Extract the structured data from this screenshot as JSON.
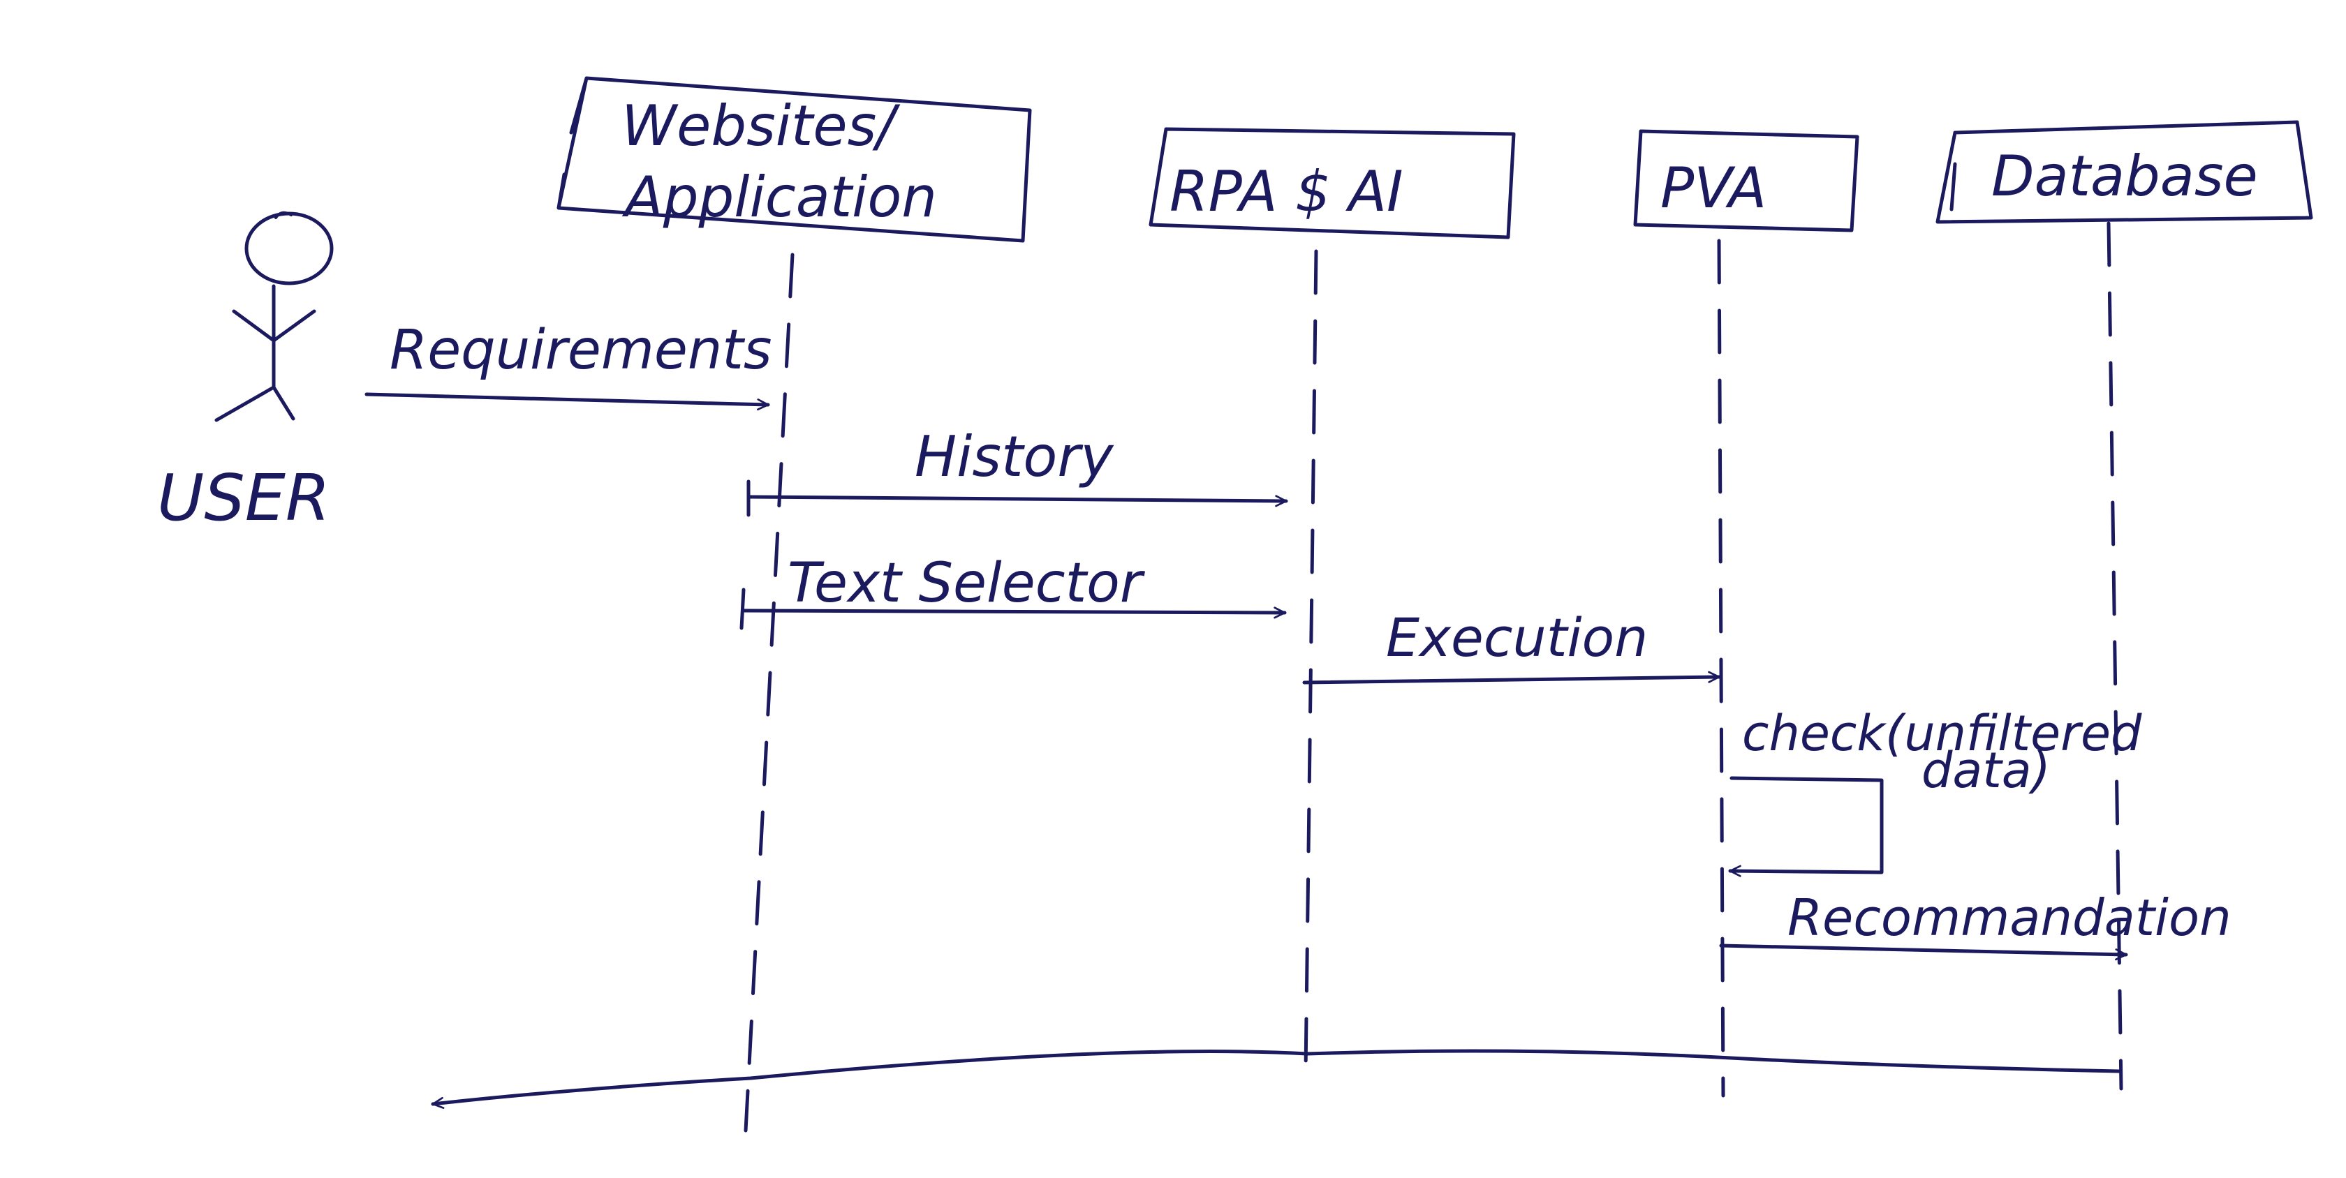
{
  "actor": {
    "label": "USER"
  },
  "participants": [
    {
      "id": "websites",
      "label_line1": "Websites/",
      "label_line2": "Application"
    },
    {
      "id": "rpa",
      "label": "RPA $ AI"
    },
    {
      "id": "pva",
      "label": "PVA"
    },
    {
      "id": "database",
      "label": "Database"
    }
  ],
  "messages": [
    {
      "id": "requirements",
      "from": "USER",
      "to": "Websites/Application",
      "label": "Requirements"
    },
    {
      "id": "history",
      "from": "Websites/Application",
      "to": "RPA $ AI",
      "label": "History"
    },
    {
      "id": "text-selector",
      "from": "Websites/Application",
      "to": "RPA $ AI",
      "label": "Text Selector"
    },
    {
      "id": "execution",
      "from": "RPA $ AI",
      "to": "PVA",
      "label": "Execution"
    },
    {
      "id": "check",
      "from": "PVA",
      "to": "PVA",
      "label_line1": "check(unfiltered",
      "label_line2": "data)"
    },
    {
      "id": "recommendation",
      "from": "PVA",
      "to": "Database",
      "label": "Recommandation"
    },
    {
      "id": "return",
      "from": "Database",
      "to": "USER",
      "label": ""
    }
  ],
  "colors": {
    "ink": "#1c1a5e",
    "paper": "#ffffff"
  }
}
